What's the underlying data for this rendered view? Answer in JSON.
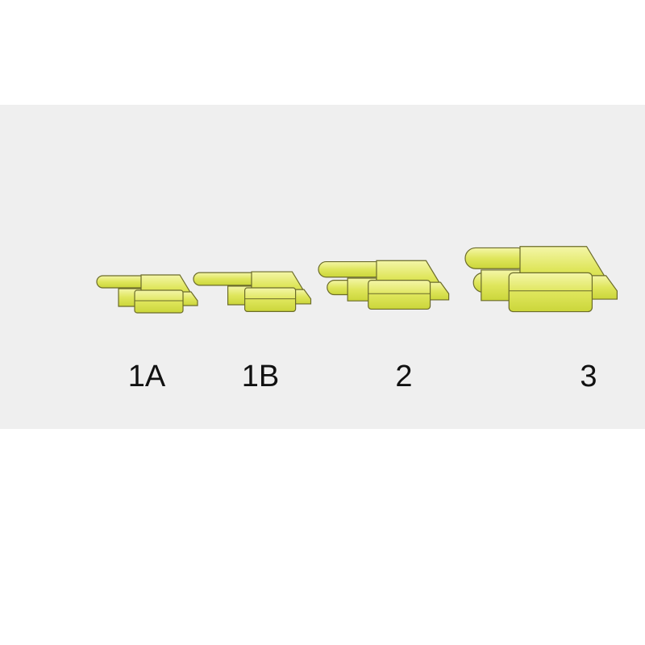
{
  "colors": {
    "fill_light": "#eef08a",
    "fill_mid": "#d6e04a",
    "stroke": "#6b6b2a",
    "background_band": "#efefef"
  },
  "connectors": [
    {
      "label": "1A",
      "pins": 1
    },
    {
      "label": "1B",
      "pins": 1
    },
    {
      "label": "2",
      "pins": 2
    },
    {
      "label": "3",
      "pins": 2
    }
  ]
}
